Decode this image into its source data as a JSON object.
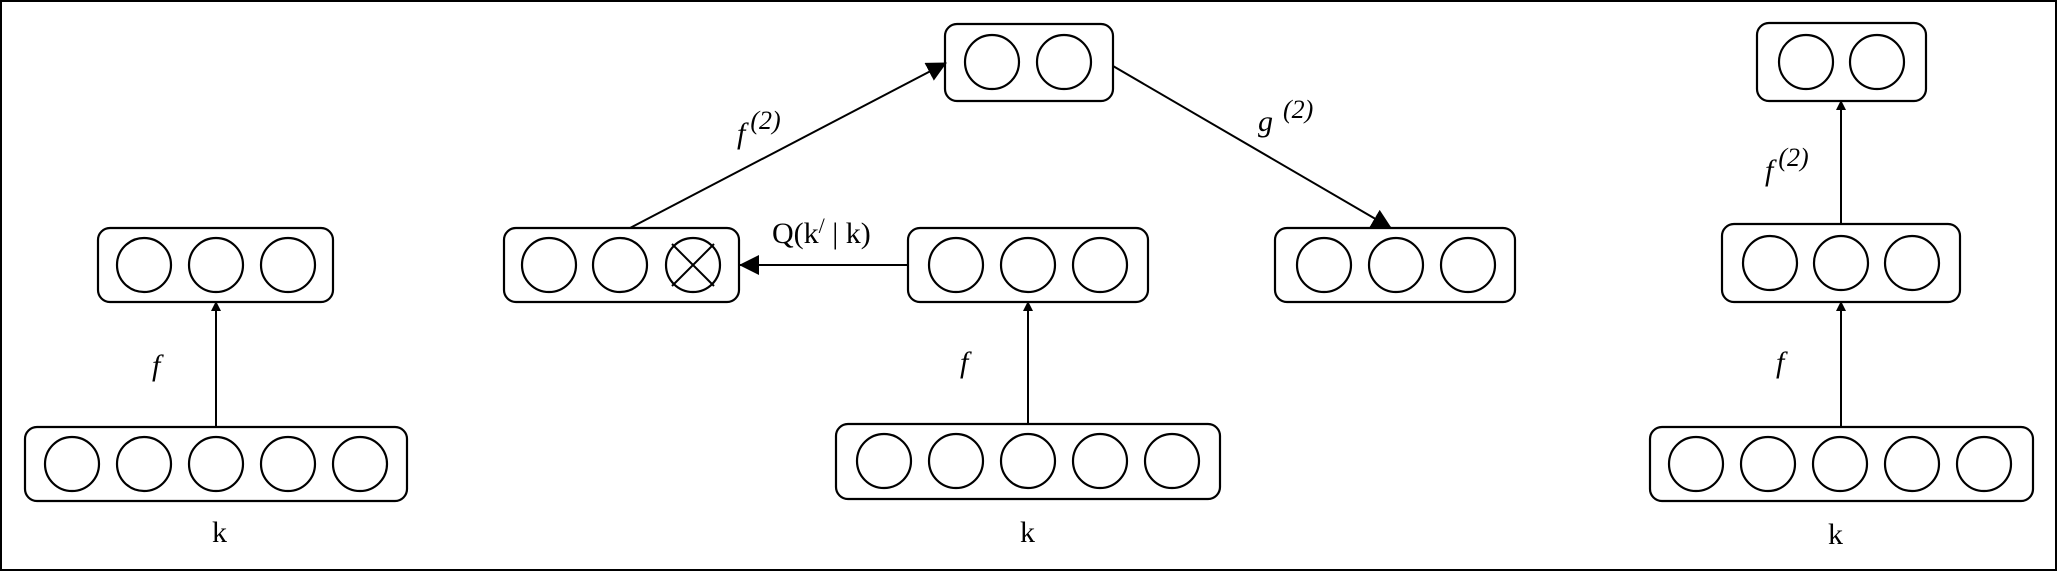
{
  "labels": {
    "f": "f",
    "f2_base": "f",
    "f2_sup": "(2)",
    "g2_base": "g",
    "g2_sup": "(2)",
    "q_pre": "Q(k",
    "q_prime": "/",
    "q_post": " | k)",
    "k": "k"
  },
  "colors": {
    "stroke": "#000000",
    "background": "#ffffff"
  },
  "layers": {
    "p1_bottom": {
      "units": 5
    },
    "p1_top": {
      "units": 3
    },
    "p2_bottom": {
      "units": 5
    },
    "p2_mid": {
      "units": 3
    },
    "p2_left": {
      "units": 3,
      "masked_unit": 3
    },
    "p2_top": {
      "units": 2
    },
    "p2_right": {
      "units": 3
    },
    "p3_bottom": {
      "units": 5
    },
    "p3_mid": {
      "units": 3
    },
    "p3_top": {
      "units": 2
    }
  }
}
